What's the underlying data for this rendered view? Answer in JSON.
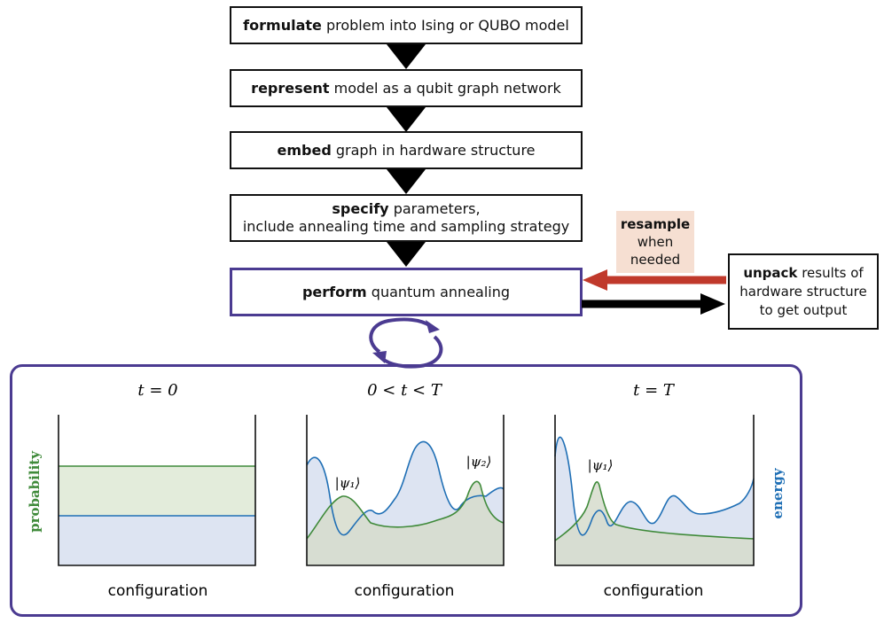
{
  "steps": [
    {
      "bold": "formulate",
      "rest": "problem into Ising or QUBO model"
    },
    {
      "bold": "represent",
      "rest": "model as a qubit graph network"
    },
    {
      "bold": "embed",
      "rest": "graph in hardware structure"
    },
    {
      "bold": "specify",
      "rest": "parameters,",
      "line2": "include annealing time and sampling strategy"
    },
    {
      "bold": "perform",
      "rest": "quantum annealing"
    }
  ],
  "resample": {
    "bold": "resample",
    "line2": "when",
    "line3": "needed"
  },
  "unpack": {
    "bold": "unpack",
    "rest": "results of",
    "line2": "hardware structure",
    "line3": "to get output"
  },
  "panels": [
    {
      "title": "t = 0",
      "xlabel": "configuration"
    },
    {
      "title": "0 < t < T",
      "xlabel": "configuration",
      "psi1": "|ψ₁⟩",
      "psi2": "|ψ₂⟩"
    },
    {
      "title": "t = T",
      "xlabel": "configuration",
      "psi1": "|ψ₁⟩"
    }
  ],
  "axis_left": "probability",
  "axis_right": "energy",
  "colors": {
    "frame": "#4b3b91",
    "probability": "#3f8a3a",
    "energy": "#1f6fb5",
    "resample_arrow": "#c0392b",
    "resample_bg": "#f6dfd2"
  }
}
